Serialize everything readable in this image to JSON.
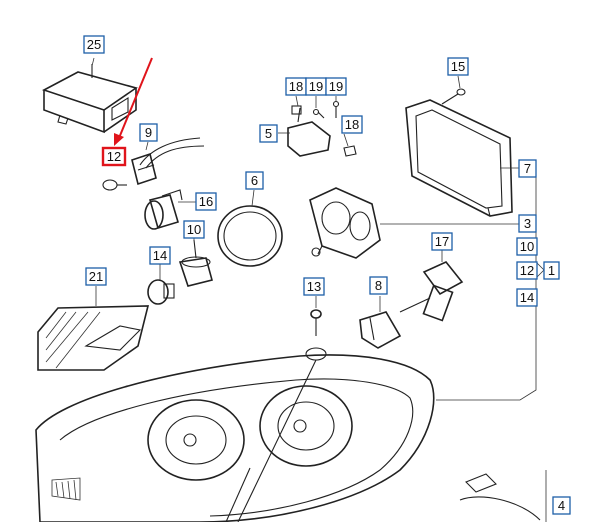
{
  "callouts": [
    {
      "id": "c25",
      "text": "25"
    },
    {
      "id": "c9",
      "text": "9"
    },
    {
      "id": "c12a",
      "text": "12"
    },
    {
      "id": "c18a",
      "text": "18"
    },
    {
      "id": "c19a",
      "text": "19"
    },
    {
      "id": "c19b",
      "text": "19"
    },
    {
      "id": "c18b",
      "text": "18"
    },
    {
      "id": "c5",
      "text": "5"
    },
    {
      "id": "c15",
      "text": "15"
    },
    {
      "id": "c7",
      "text": "7"
    },
    {
      "id": "c6",
      "text": "6"
    },
    {
      "id": "c16",
      "text": "16"
    },
    {
      "id": "c3",
      "text": "3"
    },
    {
      "id": "c10a",
      "text": "10"
    },
    {
      "id": "c14a",
      "text": "14"
    },
    {
      "id": "c17",
      "text": "17"
    },
    {
      "id": "c10b",
      "text": "10"
    },
    {
      "id": "c21",
      "text": "21"
    },
    {
      "id": "c12b",
      "text": "12"
    },
    {
      "id": "c1",
      "text": "1"
    },
    {
      "id": "c14b",
      "text": "14"
    },
    {
      "id": "c13",
      "text": "13"
    },
    {
      "id": "c8",
      "text": "8"
    },
    {
      "id": "c4",
      "text": "4"
    }
  ],
  "highlighted_part": "12",
  "colors": {
    "callout_border": "#1d5fa8",
    "highlight_border": "#e0141b",
    "arrow": "#e0141b",
    "line_art": "#222222"
  }
}
